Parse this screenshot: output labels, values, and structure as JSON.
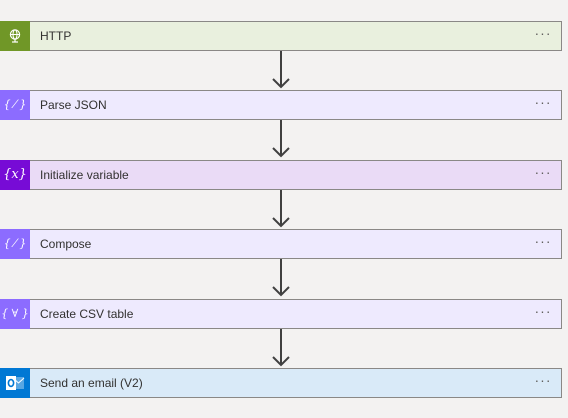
{
  "flow": {
    "steps": [
      {
        "label": "HTTP",
        "icon": "globe-icon",
        "header_color": "#e9f0de",
        "icon_bg": "#709727"
      },
      {
        "label": "Parse JSON",
        "icon": "data-operation-icon",
        "header_color": "#eeeafe",
        "icon_bg": "#8c6cff"
      },
      {
        "label": "Initialize variable",
        "icon": "variable-icon",
        "header_color": "#eadbf6",
        "icon_bg": "#770bd6"
      },
      {
        "label": "Compose",
        "icon": "data-operation-icon",
        "header_color": "#eeeafe",
        "icon_bg": "#8c6cff"
      },
      {
        "label": "Create CSV table",
        "icon": "data-operation-icon",
        "header_color": "#eeeafe",
        "icon_bg": "#8c6cff"
      },
      {
        "label": "Send an email (V2)",
        "icon": "outlook-icon",
        "header_color": "#d9eaf8",
        "icon_bg": "#0078d4"
      }
    ],
    "more_label": "···"
  }
}
